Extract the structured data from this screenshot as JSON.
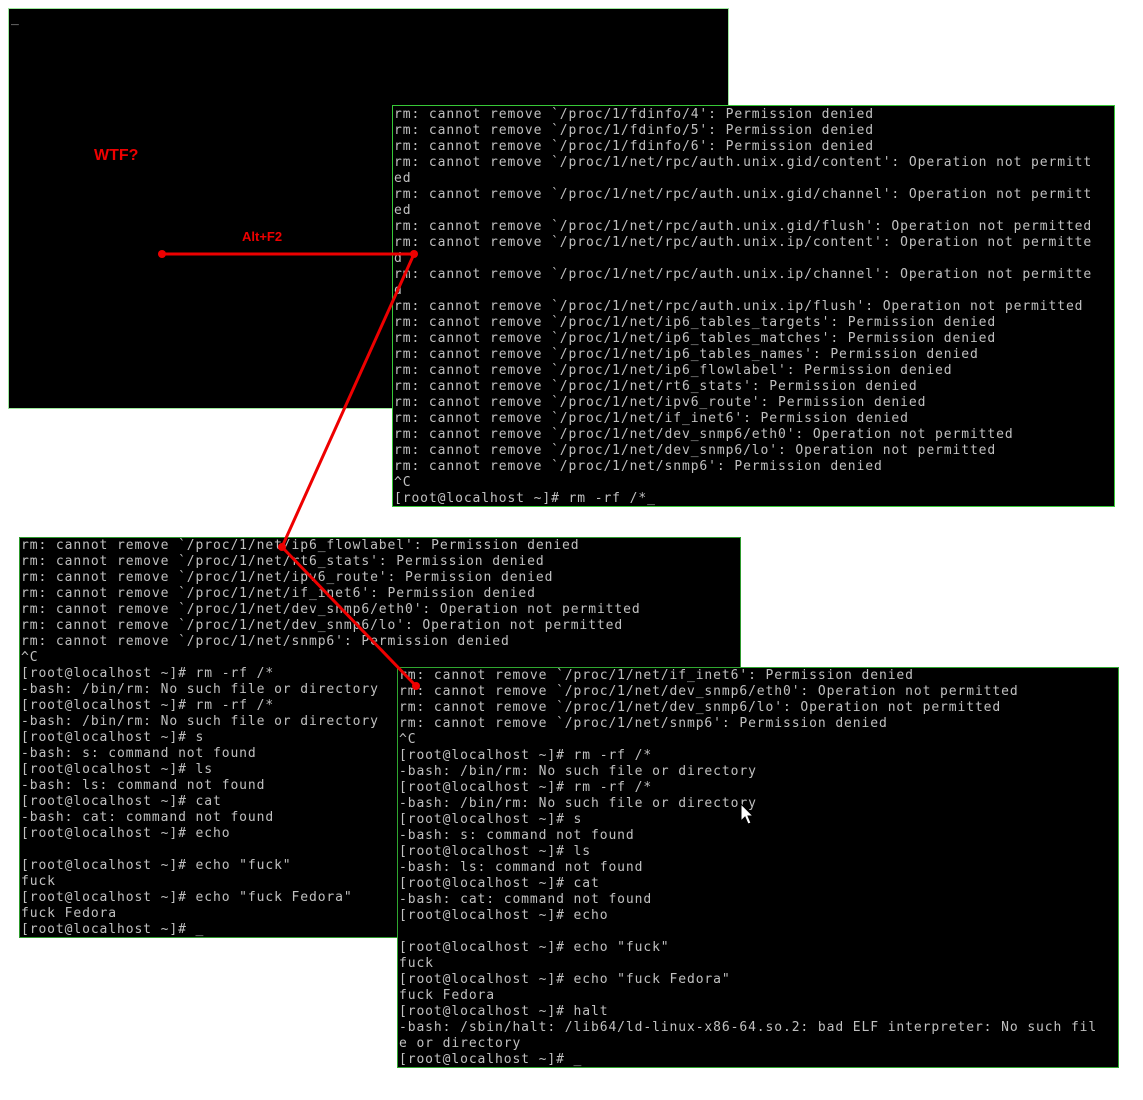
{
  "screen1": {
    "cursor": "_"
  },
  "annotations": {
    "wtf": "WTF?",
    "alt_f2": "Alt+F2",
    "color": "#ee0000"
  },
  "screen2": {
    "text": "rm: cannot remove `/proc/1/fdinfo/4': Permission denied\nrm: cannot remove `/proc/1/fdinfo/5': Permission denied\nrm: cannot remove `/proc/1/fdinfo/6': Permission denied\nrm: cannot remove `/proc/1/net/rpc/auth.unix.gid/content': Operation not permitt\ned\nrm: cannot remove `/proc/1/net/rpc/auth.unix.gid/channel': Operation not permitt\ned\nrm: cannot remove `/proc/1/net/rpc/auth.unix.gid/flush': Operation not permitted\nrm: cannot remove `/proc/1/net/rpc/auth.unix.ip/content': Operation not permitte\nd\nrm: cannot remove `/proc/1/net/rpc/auth.unix.ip/channel': Operation not permitte\nd\nrm: cannot remove `/proc/1/net/rpc/auth.unix.ip/flush': Operation not permitted\nrm: cannot remove `/proc/1/net/ip6_tables_targets': Permission denied\nrm: cannot remove `/proc/1/net/ip6_tables_matches': Permission denied\nrm: cannot remove `/proc/1/net/ip6_tables_names': Permission denied\nrm: cannot remove `/proc/1/net/ip6_flowlabel': Permission denied\nrm: cannot remove `/proc/1/net/rt6_stats': Permission denied\nrm: cannot remove `/proc/1/net/ipv6_route': Permission denied\nrm: cannot remove `/proc/1/net/if_inet6': Permission denied\nrm: cannot remove `/proc/1/net/dev_snmp6/eth0': Operation not permitted\nrm: cannot remove `/proc/1/net/dev_snmp6/lo': Operation not permitted\nrm: cannot remove `/proc/1/net/snmp6': Permission denied\n^C\n[root@localhost ~]# rm -rf /*_"
  },
  "screen3": {
    "text": "rm: cannot remove `/proc/1/net/ip6_flowlabel': Permission denied\nrm: cannot remove `/proc/1/net/rt6_stats': Permission denied\nrm: cannot remove `/proc/1/net/ipv6_route': Permission denied\nrm: cannot remove `/proc/1/net/if_inet6': Permission denied\nrm: cannot remove `/proc/1/net/dev_snmp6/eth0': Operation not permitted\nrm: cannot remove `/proc/1/net/dev_snmp6/lo': Operation not permitted\nrm: cannot remove `/proc/1/net/snmp6': Permission denied\n^C\n[root@localhost ~]# rm -rf /*\n-bash: /bin/rm: No such file or directory\n[root@localhost ~]# rm -rf /*\n-bash: /bin/rm: No such file or directory\n[root@localhost ~]# s\n-bash: s: command not found\n[root@localhost ~]# ls\n-bash: ls: command not found\n[root@localhost ~]# cat\n-bash: cat: command not found\n[root@localhost ~]# echo\n\n[root@localhost ~]# echo \"fuck\"\nfuck\n[root@localhost ~]# echo \"fuck Fedora\"\nfuck Fedora\n[root@localhost ~]# _"
  },
  "screen4": {
    "text": "rm: cannot remove `/proc/1/net/if_inet6': Permission denied\nrm: cannot remove `/proc/1/net/dev_snmp6/eth0': Operation not permitted\nrm: cannot remove `/proc/1/net/dev_snmp6/lo': Operation not permitted\nrm: cannot remove `/proc/1/net/snmp6': Permission denied\n^C\n[root@localhost ~]# rm -rf /*\n-bash: /bin/rm: No such file or directory\n[root@localhost ~]# rm -rf /*\n-bash: /bin/rm: No such file or directory\n[root@localhost ~]# s\n-bash: s: command not found\n[root@localhost ~]# ls\n-bash: ls: command not found\n[root@localhost ~]# cat\n-bash: cat: command not found\n[root@localhost ~]# echo\n\n[root@localhost ~]# echo \"fuck\"\nfuck\n[root@localhost ~]# echo \"fuck Fedora\"\nfuck Fedora\n[root@localhost ~]# halt\n-bash: /sbin/halt: /lib64/ld-linux-x86-64.so.2: bad ELF interpreter: No such fil\ne or directory\n[root@localhost ~]# _"
  },
  "icons": {
    "mouse_pointer": "mouse-pointer-icon"
  }
}
